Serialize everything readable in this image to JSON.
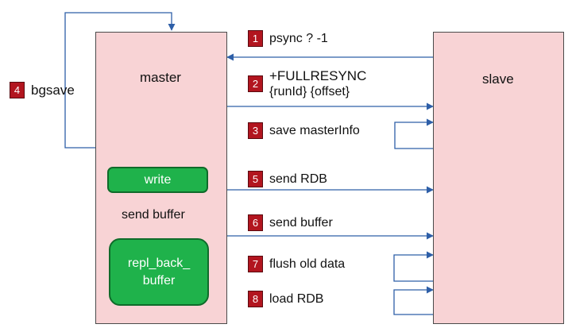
{
  "master": {
    "label": "master"
  },
  "slave": {
    "label": "slave"
  },
  "write_box": {
    "label": "write"
  },
  "buffer_box": {
    "line1": "repl_back_",
    "line2": "buffer"
  },
  "inner_label": "send buffer",
  "steps": [
    {
      "number": "1",
      "text": "psync ? -1"
    },
    {
      "number": "2",
      "line1": "+FULLRESYNC",
      "line2": "{runId} {offset}"
    },
    {
      "number": "3",
      "text": "save masterInfo"
    },
    {
      "number": "4",
      "text": "bgsave"
    },
    {
      "number": "5",
      "text": "send RDB"
    },
    {
      "number": "6",
      "text": "send buffer"
    },
    {
      "number": "7",
      "text": "flush old data"
    },
    {
      "number": "8",
      "text": "load RDB"
    }
  ],
  "colors": {
    "box_fill": "#f8d3d5",
    "green_fill": "#1fb24b",
    "badge_fill": "#b2151f",
    "arrow": "#2e5fa8"
  }
}
